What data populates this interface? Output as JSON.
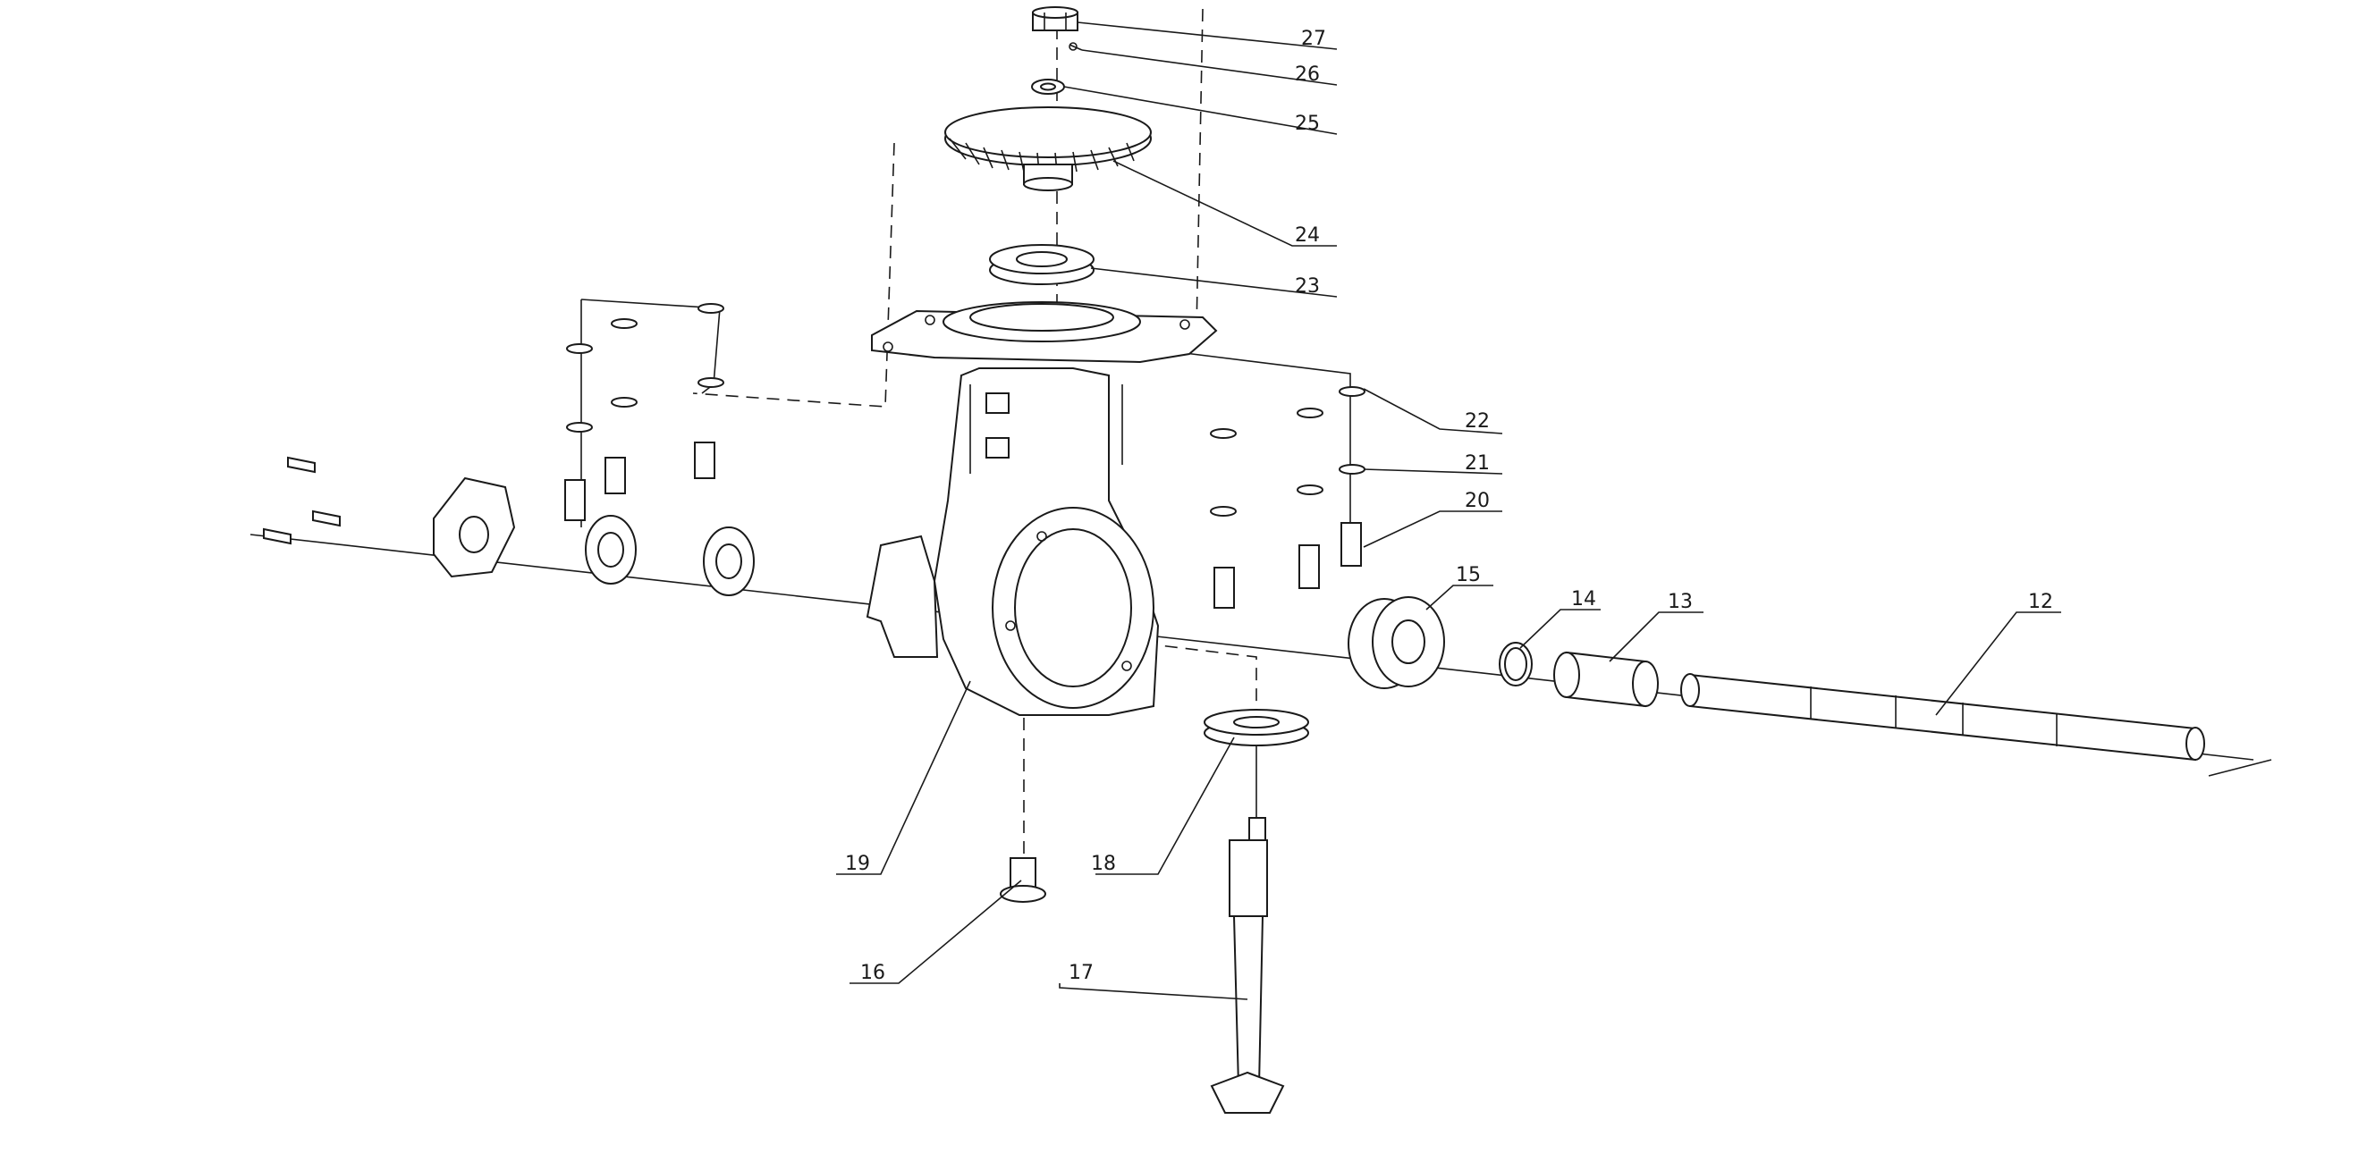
{
  "diagram": {
    "callouts": [
      {
        "id": "c27",
        "label": "27"
      },
      {
        "id": "c26",
        "label": "26"
      },
      {
        "id": "c25",
        "label": "25"
      },
      {
        "id": "c24",
        "label": "24"
      },
      {
        "id": "c23",
        "label": "23"
      },
      {
        "id": "c22",
        "label": "22"
      },
      {
        "id": "c21",
        "label": "21"
      },
      {
        "id": "c20",
        "label": "20"
      },
      {
        "id": "c15",
        "label": "15"
      },
      {
        "id": "c14",
        "label": "14"
      },
      {
        "id": "c13",
        "label": "13"
      },
      {
        "id": "c12",
        "label": "12"
      },
      {
        "id": "c19",
        "label": "19"
      },
      {
        "id": "c18",
        "label": "18"
      },
      {
        "id": "c16",
        "label": "16"
      },
      {
        "id": "c17",
        "label": "17"
      }
    ]
  }
}
